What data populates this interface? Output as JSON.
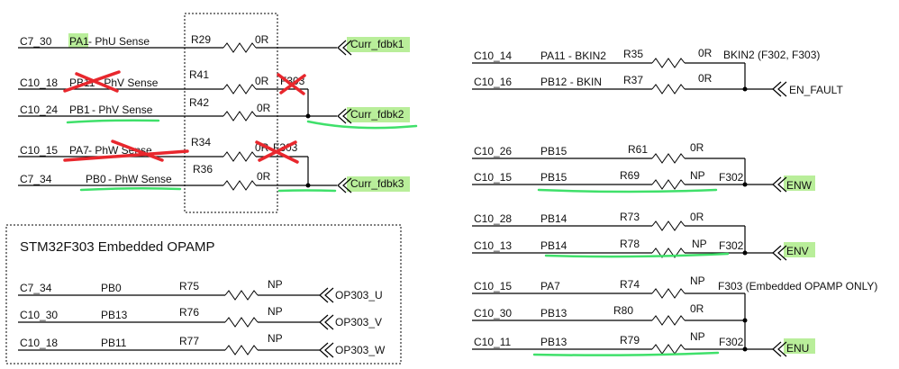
{
  "nets": {
    "curr1": "Curr_fdbk1",
    "curr2": "Curr_fdbk2",
    "curr3": "Curr_fdbk3",
    "en_fault": "EN_FAULT",
    "enw": "ENW",
    "env": "ENV",
    "enu": "ENU",
    "op_u": "OP303_U",
    "op_v": "OP303_V",
    "op_w": "OP303_W"
  },
  "box_title": "STM32F303 Embedded OPAMP",
  "left_rows": [
    {
      "conn": "C7_30",
      "pin": "PA1",
      "desc": " - PhU Sense",
      "ref": "R29",
      "val": "0R"
    },
    {
      "conn": "C10_18",
      "pin": "PB11",
      "desc": " - PhV Sense",
      "ref": "R41",
      "val": "0R",
      "note": "F303"
    },
    {
      "conn": "C10_24",
      "pin": "PB1",
      "desc": " - PhV Sense",
      "ref": "R42",
      "val": "0R"
    },
    {
      "conn": "C10_15",
      "pin": "PA7",
      "desc": " - PhW Sense",
      "ref": "R34",
      "val": "0R",
      "note": "F303"
    },
    {
      "conn": "C7_34",
      "pin": "PB0",
      "desc": " - PhW Sense",
      "ref": "R36",
      "val": "0R"
    }
  ],
  "opamp_rows": [
    {
      "conn": "C7_34",
      "pin": "PB0",
      "ref": "R75",
      "val": "NP"
    },
    {
      "conn": "C10_30",
      "pin": "PB13",
      "ref": "R76",
      "val": "NP"
    },
    {
      "conn": "C10_18",
      "pin": "PB11",
      "ref": "R77",
      "val": "NP"
    }
  ],
  "right_rows": [
    {
      "conn": "C10_14",
      "pin": "PA11 - BKIN2",
      "ref": "R35",
      "val": "0R",
      "note": "BKIN2 (F302, F303)"
    },
    {
      "conn": "C10_16",
      "pin": "PB12 - BKIN",
      "ref": "R37",
      "val": "0R"
    },
    {
      "conn": "C10_26",
      "pin": "PB15",
      "ref": "R61",
      "val": "0R"
    },
    {
      "conn": "C10_15",
      "pin": "PB15",
      "ref": "R69",
      "val": "NP",
      "note": "F302"
    },
    {
      "conn": "C10_28",
      "pin": "PB14",
      "ref": "R73",
      "val": "0R"
    },
    {
      "conn": "C10_13",
      "pin": "PB14",
      "ref": "R78",
      "val": "NP",
      "note": "F302"
    },
    {
      "conn": "C10_15",
      "pin": "PA7",
      "ref": "R74",
      "val": "NP",
      "note": "F303 (Embedded OPAMP ONLY)"
    },
    {
      "conn": "C10_30",
      "pin": "PB13",
      "ref": "R80",
      "val": "0R"
    },
    {
      "conn": "C10_11",
      "pin": "PB13",
      "ref": "R79",
      "val": "NP",
      "note": "F302"
    }
  ],
  "colors": {
    "highlight": "#b9ee9a",
    "red_mark": "#e8272d",
    "green_mark": "#3fe06a"
  }
}
